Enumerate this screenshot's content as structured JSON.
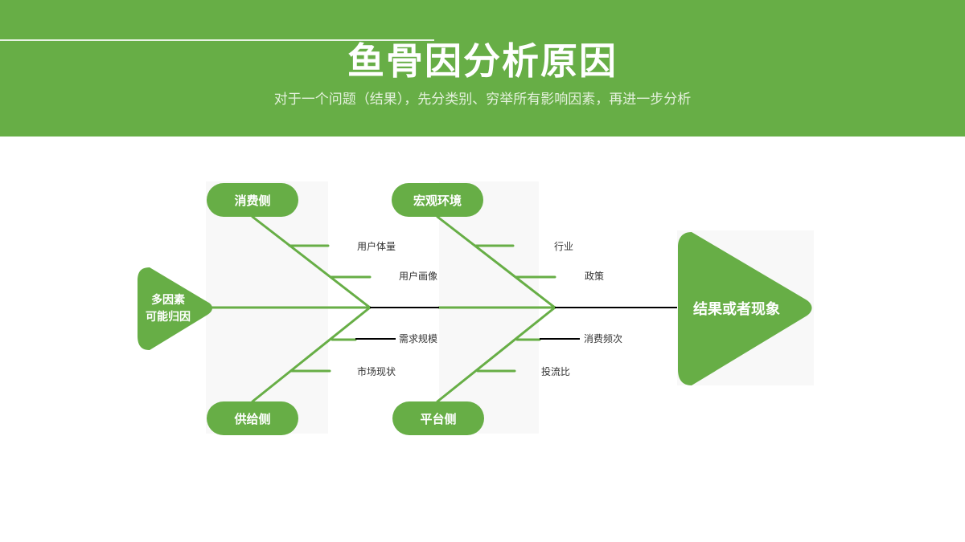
{
  "header": {
    "title": "鱼骨因分析原因",
    "subtitle": "对于一个问题（结果），先分类别、穷举所有影响因素，再进一步分析"
  },
  "diagram": {
    "tail": {
      "line1": "多因素",
      "line2": "可能归因"
    },
    "head": "结果或者现象",
    "categories": {
      "consumer": "消费侧",
      "macro": "宏观环境",
      "supply": "供给侧",
      "platform": "平台侧"
    },
    "causes": {
      "user_volume": "用户体量",
      "user_profile": "用户画像",
      "demand_scale": "需求规模",
      "market_status": "市场现状",
      "industry": "行业",
      "policy": "政策",
      "consumption_freq": "消费频次",
      "roi": "投流比"
    },
    "colors": {
      "brand": "#67ae46",
      "spine": "#000000"
    }
  }
}
